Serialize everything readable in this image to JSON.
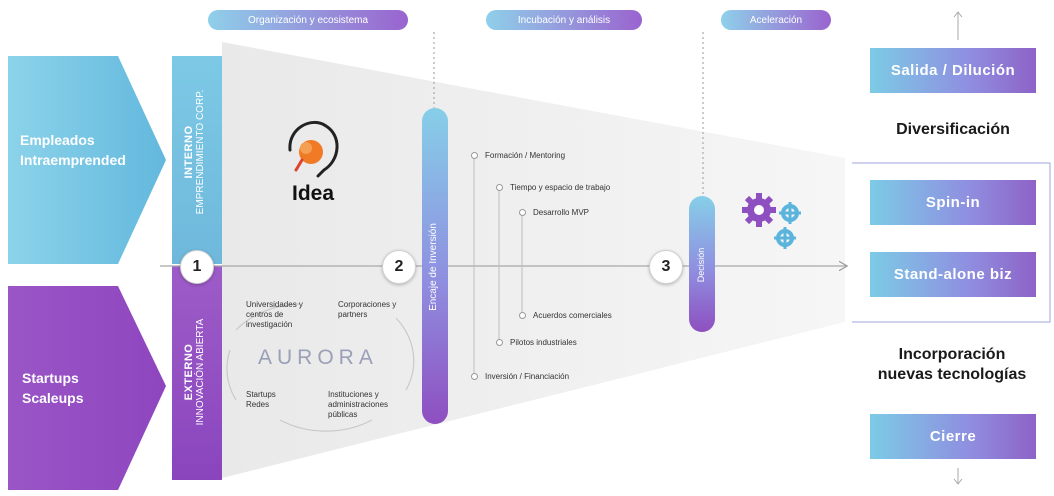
{
  "phases": {
    "phase1": "Organización y ecosistema",
    "phase2": "Incubación y análisis",
    "phase3": "Aceleración"
  },
  "left_arrows": {
    "top": {
      "line1": "Empleados",
      "line2": "Intraemprended"
    },
    "bottom": {
      "line1": "Startups",
      "line2": "Scaleups"
    }
  },
  "side_labels": {
    "top": {
      "title": "INTERNO",
      "subtitle": "EMPRENDIMIENTO CORP."
    },
    "bottom": {
      "title": "EXTERNO",
      "subtitle": "INNOVACIÓN ABIERTA"
    }
  },
  "idea_label": "Idea",
  "ecosystem": {
    "logo": "AURORA",
    "universities": "Universidades y centros de investigación",
    "corporations": "Corporaciones y partners",
    "startups": "Startups Redes",
    "institutions": "Instituciones y administraciones públicas"
  },
  "pills": {
    "investment": "Encaje de Inversión",
    "decision": "Decisión"
  },
  "steps_numbers": [
    "1",
    "2",
    "3"
  ],
  "process_steps": [
    "Formación / Mentoring",
    "Tiempo y espacio de trabajo",
    "Desarrollo MVP",
    "Acuerdos comerciales",
    "Pilotos industriales",
    "Inversión / Financiación"
  ],
  "outcomes": {
    "exit": "Salida / Dilución",
    "diversification": "Diversificación",
    "spin_in": "Spin-in",
    "stand_alone": "Stand-alone biz",
    "incorporation_line1": "Incorporación",
    "incorporation_line2": "nuevas tecnologías",
    "close": "Cierre"
  },
  "colors": {
    "blue": "#7ccbe6",
    "purple": "#8e4fc0",
    "phase_gradient_start": "#8fd0ea",
    "phase_gradient_end": "#9a63cf"
  }
}
